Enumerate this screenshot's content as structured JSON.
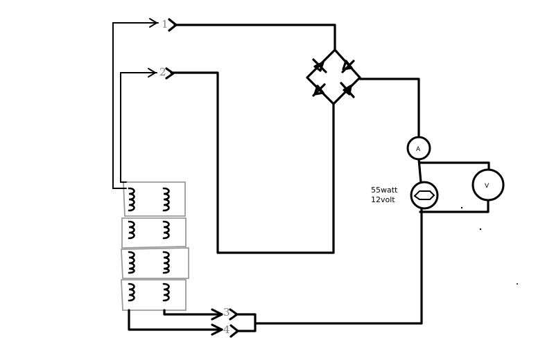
{
  "terminals": [
    {
      "id": "1",
      "label": "1"
    },
    {
      "id": "2",
      "label": "2"
    },
    {
      "id": "3",
      "label": "3"
    },
    {
      "id": "4",
      "label": "4"
    }
  ],
  "meters": {
    "ammeter": {
      "label": "A"
    },
    "voltmeter": {
      "label": "V"
    }
  },
  "lamp": {
    "power": "55watt",
    "voltage": "12volt"
  }
}
